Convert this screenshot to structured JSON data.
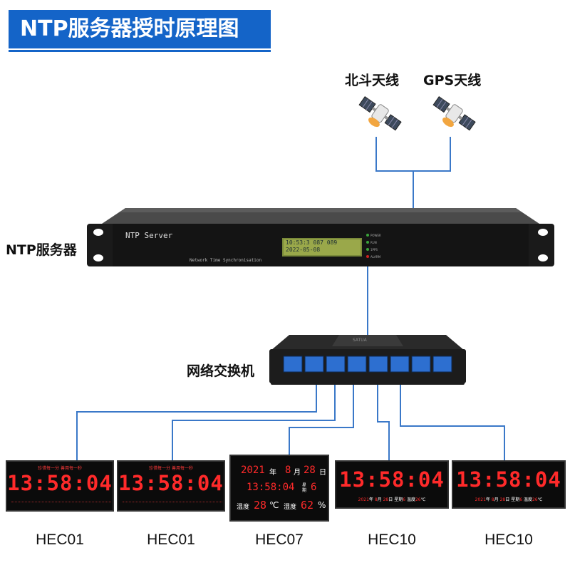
{
  "title": "NTP服务器授时原理图",
  "antennas": {
    "beidou_label": "北斗天线",
    "gps_label": "GPS天线"
  },
  "server": {
    "label": "NTP服务器",
    "brand_text": "NTP Server",
    "subtitle_text": "Network Time Synchronisation",
    "lcd_line1": "10:53:3 087 089",
    "lcd_line2": "2022-05-08",
    "leds": [
      "POWER",
      "RUN",
      "1PPS",
      "ALARM"
    ]
  },
  "switch": {
    "label": "网络交换机",
    "brand_text": "SATUA"
  },
  "clocks": [
    {
      "label": "HEC01",
      "time": "13:58:04",
      "top_text": "珍惜每一分 善用每一秒"
    },
    {
      "label": "HEC01",
      "time": "13:58:04",
      "top_text": "珍惜每一分 善用每一秒"
    },
    {
      "label": "HEC07",
      "year": "2021",
      "year_unit": "年",
      "month": "8",
      "month_unit": "月",
      "day": "28",
      "day_unit": "日",
      "time": "13:58:04",
      "week_unit": "星期",
      "week": "6",
      "temp_label": "温度",
      "temp": "28",
      "temp_unit": "℃",
      "hum_label": "湿度",
      "hum": "62",
      "hum_unit": "%"
    },
    {
      "label": "HEC10",
      "time": "13:58:04",
      "bottom": {
        "year": "2021",
        "year_unit": "年",
        "month": "8",
        "month_unit": "月",
        "day": "28",
        "day_unit": "日",
        "week_label": "星期",
        "week": "6",
        "temp_label": "温度",
        "temp": "26",
        "temp_unit": "℃"
      }
    },
    {
      "label": "HEC10",
      "time": "13:58:04",
      "bottom": {
        "year": "2021",
        "year_unit": "年",
        "month": "8",
        "month_unit": "月",
        "day": "28",
        "day_unit": "日",
        "week_label": "星期",
        "week": "6",
        "temp_label": "温度",
        "temp": "26",
        "temp_unit": "℃"
      }
    }
  ],
  "colors": {
    "accent": "#1464c8",
    "wire": "#3a78c8",
    "led_red": "#ff2a2a",
    "clock_bg": "#0b0b0b"
  }
}
